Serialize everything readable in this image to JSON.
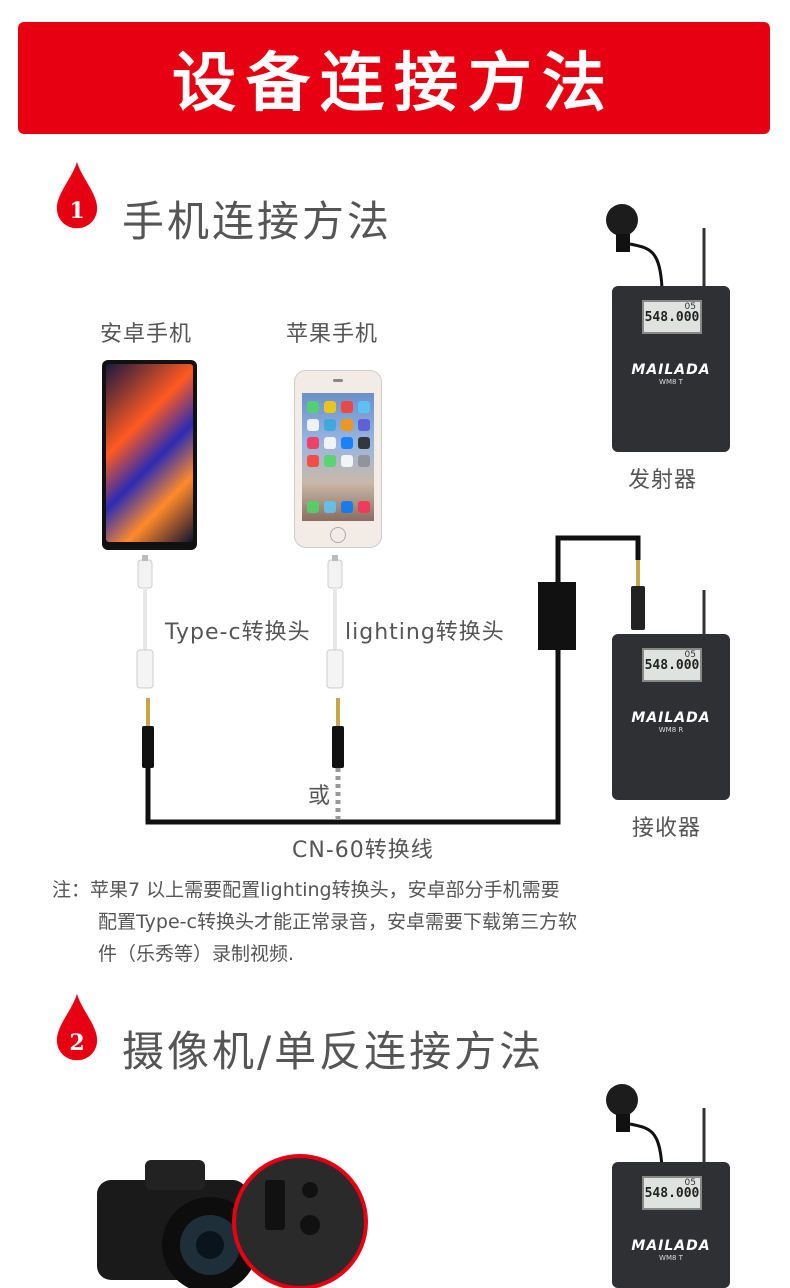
{
  "banner": {
    "title": "设备连接方法"
  },
  "section1": {
    "number": "1",
    "title": "手机连接方法"
  },
  "section2": {
    "number": "2",
    "title": "摄像机/单反连接方法"
  },
  "phones": {
    "android_label": "安卓手机",
    "apple_label": "苹果手机"
  },
  "adapters": {
    "typec_label": "Type-c转换头",
    "lighting_label": "lighting转换头"
  },
  "cable": {
    "or_label": "或",
    "cable_label": "CN-60转换线"
  },
  "devices": {
    "transmitter_label": "发射器",
    "receiver_label": "接收器",
    "brand": "MAILADA",
    "tx_model": "WM8 T",
    "rx_model": "WM8 R",
    "lcd_text": "548.000",
    "lcd_small": "05"
  },
  "note": {
    "line1": "注：苹果7 以上需要配置lighting转换头，安卓部分手机需要",
    "line2": "配置Type-c转换头才能正常录音，安卓需要下载第三方软",
    "line3": "件（乐秀等）录制视频."
  },
  "colors": {
    "accent": "#e60012",
    "text": "#555555",
    "device": "#2f3033"
  },
  "icons": {
    "section_marker": "red-drop-icon"
  }
}
